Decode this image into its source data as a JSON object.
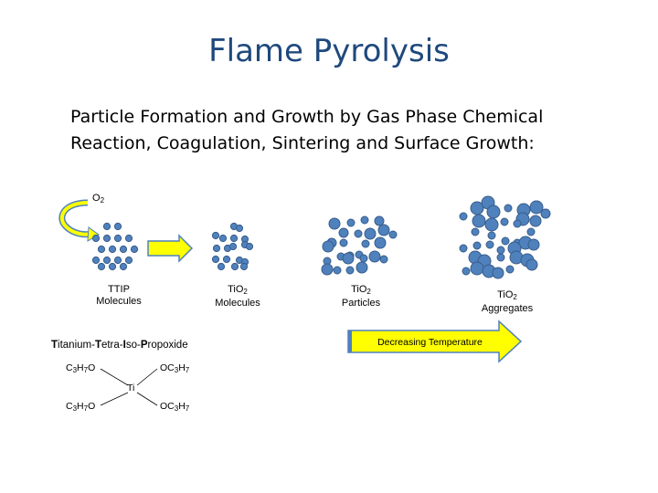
{
  "title": "Flame Pyrolysis",
  "subtitle_line1": "Particle Formation and Growth by Gas Phase Chemical",
  "subtitle_line2": "Reaction, Coagulation, Sintering and Surface Growth:",
  "o2": {
    "base": "O",
    "sub": "2"
  },
  "stages": {
    "ttip": {
      "line1": "TTIP",
      "line2": "Molecules"
    },
    "tio2_molecules": {
      "base": "TiO",
      "sub": "2",
      "line2": "Molecules"
    },
    "tio2_particles": {
      "base": "TiO",
      "sub": "2",
      "line2": "Particles"
    },
    "tio2_aggregates": {
      "base": "TiO",
      "sub": "2",
      "line2": "Aggregates"
    }
  },
  "acronym": [
    {
      "bold": "T",
      "rest": "itanium-"
    },
    {
      "bold": "T",
      "rest": "etra-"
    },
    {
      "bold": "I",
      "rest": "so-"
    },
    {
      "bold": "P",
      "rest": "ropoxide"
    }
  ],
  "structure": {
    "center": "Ti",
    "tl": {
      "a": "C",
      "s1": "3",
      "b": "H",
      "s2": "7",
      "c": "O"
    },
    "tr": {
      "a": "OC",
      "s1": "3",
      "b": "H",
      "s2": "7"
    },
    "bl": {
      "a": "C",
      "s1": "3",
      "b": "H",
      "s2": "7",
      "c": "O"
    },
    "br": {
      "a": "OC",
      "s1": "3",
      "b": "H",
      "s2": "7"
    }
  },
  "temperature_arrow": "Decreasing Temperature",
  "colors": {
    "title": "#1f497d",
    "dot_fill": "#4f81bd",
    "dot_stroke": "#385d8a",
    "arrow_fill": "#ffff00",
    "arrow_stroke": "#4f81bd"
  }
}
